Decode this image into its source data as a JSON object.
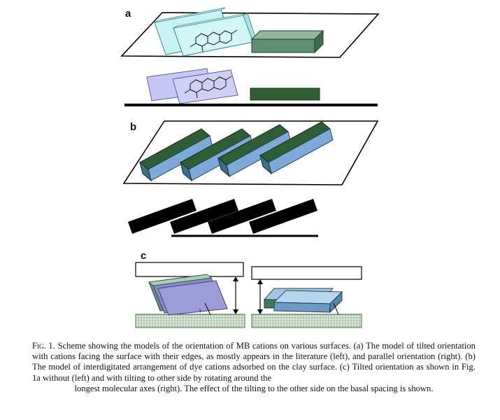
{
  "panel_labels": {
    "a": "a",
    "b": "b",
    "c": "c"
  },
  "gamma_symbol": "γ",
  "colors": {
    "cyan_cation": "#c9f3f3",
    "lavender_cation": "#c7c7f5",
    "green_cation": "#5a8a6a",
    "dark_green": "#2f5d34",
    "blue_side": "#7eaad8",
    "black_cation": "#000000",
    "clay_layer": "#cfe0cf"
  },
  "caption": {
    "lead": "Fig. 1.",
    "body": "Scheme showing the models of the orientation of MB cations on various surfaces. (a) The model of tilted orientation with cations facing the surface with their edges, as mostly appears in the literature (left), and parallel orientation (right). (b) The model of interdigitated arrangement of dye cations adsorbed on the clay surface. (c) Tilted orientation as shown in Fig. 1a without (left) and with tilting to other side by rotating around the",
    "last_line": "longest molecular axes (right). The effect of the tilting to the other side on the basal spacing is shown."
  }
}
